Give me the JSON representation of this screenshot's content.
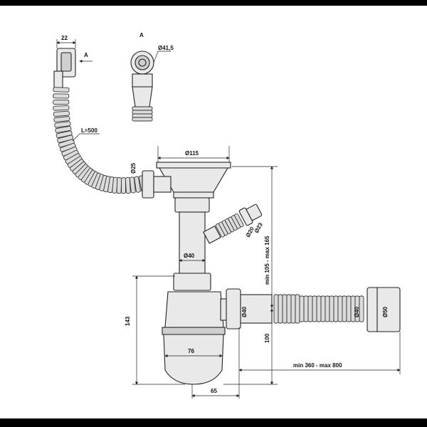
{
  "labels": {
    "view_a_title": "A",
    "arrow_a": "A",
    "dim_22": "22",
    "dim_d41_5": "Ø41,5",
    "dim_l500": "L=500",
    "dim_d25": "Ø25",
    "dim_d115": "Ø115",
    "dim_d20": "Ø20",
    "dim_d23": "Ø23",
    "dim_d40_pipe": "Ø40",
    "dim_d40_outlet": "Ø40",
    "dim_d40_hose": "Ø40",
    "dim_d50": "Ø50",
    "dim_height_range": "min 105 - max 165",
    "dim_143": "143",
    "dim_100": "100",
    "dim_76": "76",
    "dim_65": "65",
    "dim_length_range": "min 360 - max 800"
  },
  "colors": {
    "line": "#222222",
    "fill_light": "#e9e9e9",
    "fill_dark": "#cfcfcf",
    "frame": "#000000"
  }
}
